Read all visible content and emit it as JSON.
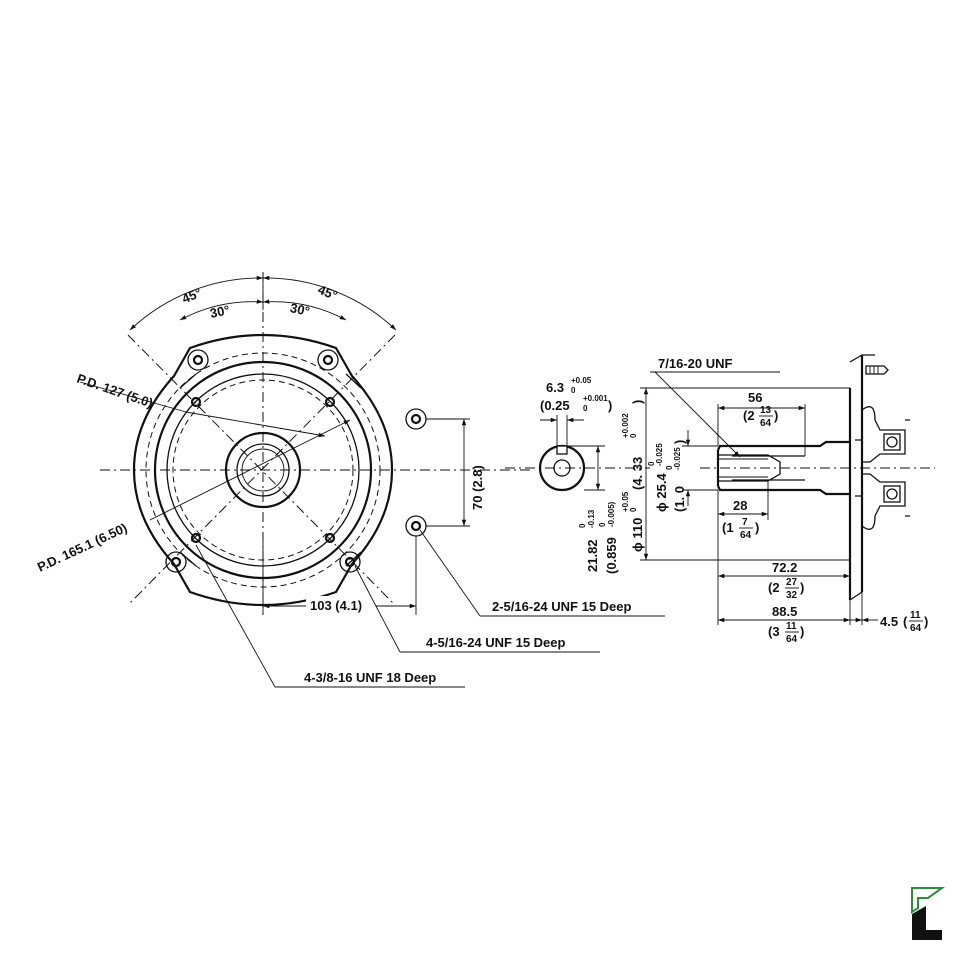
{
  "labels": {
    "angle_45_left": "45°",
    "angle_30_left": "30°",
    "angle_30_right": "30°",
    "angle_45_right": "45°",
    "pd_127": "P.D. 127 (5.0)",
    "pd_165": "P.D. 165.1 (6.50)",
    "dim_70": "70 (2.8)",
    "dim_103": "103 (4.1)",
    "hole_2_5_16": "2-5/16-24 UNF 15 Deep",
    "hole_4_5_16": "4-5/16-24 UNF 15 Deep",
    "hole_4_3_8": "4-3/8-16 UNF 18 Deep",
    "key_width": "6.3",
    "key_width_tol_up": "+0.05",
    "key_width_tol_lo": "0",
    "key_width_in": "(0.25",
    "key_width_in_tol_up": "+0.001",
    "key_width_in_tol_lo": "0",
    "key_width_in_close": ")",
    "key_depth": "21.82",
    "key_depth_tol_up": "0",
    "key_depth_tol_lo": "-0.13",
    "key_depth_in": "(0.859",
    "key_depth_in_tol_up": "0",
    "key_depth_in_tol_lo": "-0.005)",
    "thread": "7/16-20 UNF",
    "dim_56": "56",
    "dim_56_in_whole": "(2",
    "dim_56_in_num": "13",
    "dim_56_in_den": "64",
    "dim_56_in_close": ")",
    "dim_28": "28",
    "dim_28_in_whole": "(1",
    "dim_28_in_num": "7",
    "dim_28_in_den": "64",
    "dim_28_in_close": ")",
    "dim_72": "72.2",
    "dim_72_in_whole": "(2",
    "dim_72_in_num": "27",
    "dim_72_in_den": "32",
    "dim_72_in_close": ")",
    "dim_88": "88.5",
    "dim_88_in_whole": "(3",
    "dim_88_in_num": "11",
    "dim_88_in_den": "64",
    "dim_88_in_close": ")",
    "dim_45": "4.5",
    "dim_45_in_open": "(",
    "dim_45_in_num": "11",
    "dim_45_in_den": "64",
    "dim_45_in_close": ")",
    "dia_110": "ϕ 110",
    "dia_110_tol_up": "+0.05",
    "dia_110_tol_lo": "0",
    "dia_110_in": "(4. 33",
    "dia_110_in_tol_up": "+0.002",
    "dia_110_in_tol_lo": "0",
    "dia_110_in_close": ")",
    "dia_254": "ϕ 25.4",
    "dia_254_tol_up": "0",
    "dia_254_tol_lo": "-0.025",
    "dia_254_in": "(1. 0",
    "dia_254_in_tol_up": "0",
    "dia_254_in_tol_lo": "-0.025",
    "dia_254_in_close": ")"
  },
  "logo": {
    "name": "brand-logo",
    "colors": [
      "#2e8b3c",
      "#111111"
    ]
  }
}
